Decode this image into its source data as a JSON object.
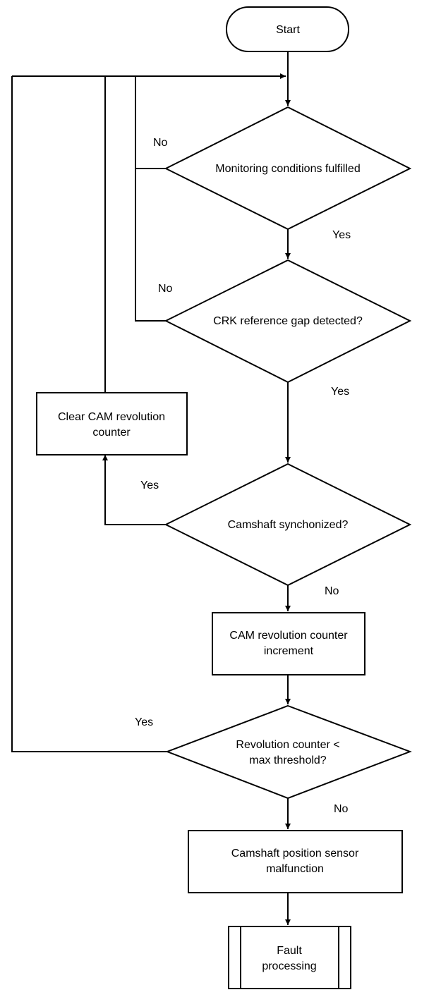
{
  "flowchart": {
    "start": "Start",
    "decision_monitoring": "Monitoring conditions fulfilled",
    "decision_crk": "CRK reference gap detected?",
    "process_clear": [
      "Clear CAM revolution",
      "counter"
    ],
    "decision_synchronized": "Camshaft synchonized?",
    "process_increment": [
      "CAM revolution counter",
      "increment"
    ],
    "decision_threshold": [
      "Revolution counter <",
      "max threshold?"
    ],
    "process_malfunction": [
      "Camshaft position sensor",
      "malfunction"
    ],
    "subprocess_fault": [
      "Fault",
      "processing"
    ],
    "branch_labels": {
      "monitoring_no": "No",
      "monitoring_yes": "Yes",
      "crk_no": "No",
      "crk_yes": "Yes",
      "sync_yes": "Yes",
      "sync_no": "No",
      "threshold_yes": "Yes",
      "threshold_no": "No"
    }
  }
}
